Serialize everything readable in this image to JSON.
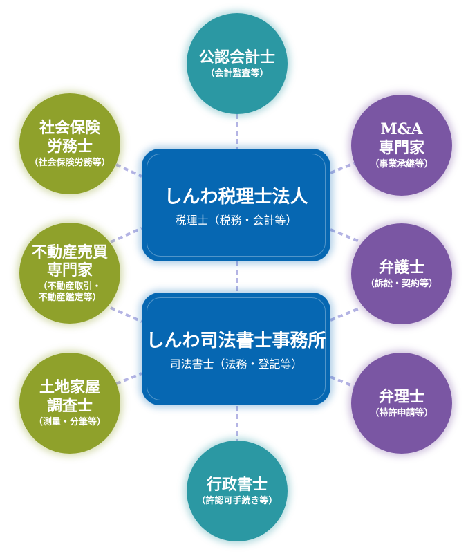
{
  "colors": {
    "teal": "#2b98a3",
    "purple": "#7a56a3",
    "olive": "#8fa12b",
    "blue": "#0667b2",
    "connector": "#b4b4e4"
  },
  "offices": [
    {
      "title": "しんわ税理士法人",
      "desc": "税理士（税務・会計等）"
    },
    {
      "title": "しんわ司法書士事務所",
      "desc": "司法書士（法務・登記等）"
    }
  ],
  "partners": {
    "cpa": {
      "lines": [
        "公認会計士"
      ],
      "sub": [
        "（会計監査等）"
      ]
    },
    "ma": {
      "lines": [
        "M&A",
        "専門家"
      ],
      "sub": [
        "（事業承継等）"
      ]
    },
    "sharoushi": {
      "lines": [
        "社会保険",
        "労務士"
      ],
      "sub": [
        "（社会保険労務等）"
      ]
    },
    "realestate": {
      "lines": [
        "不動産売買",
        "専門家"
      ],
      "sub": [
        "（不動産取引・",
        "不動産鑑定等）"
      ]
    },
    "lawyer": {
      "lines": [
        "弁護士"
      ],
      "sub": [
        "（訴訟・契約等）"
      ]
    },
    "surveyor": {
      "lines": [
        "土地家屋",
        "調査士"
      ],
      "sub": [
        "（測量・分筆等）"
      ]
    },
    "patent": {
      "lines": [
        "弁理士"
      ],
      "sub": [
        "（特許申請等）"
      ]
    },
    "gyosei": {
      "lines": [
        "行政書士"
      ],
      "sub": [
        "（許認可手続き等）"
      ]
    }
  }
}
